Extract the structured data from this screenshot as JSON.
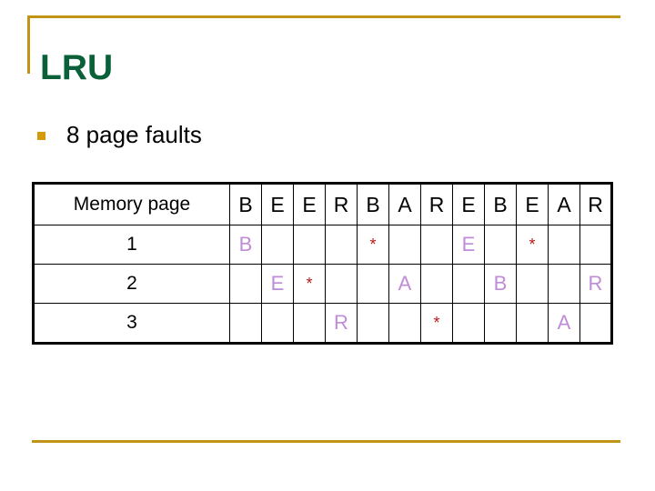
{
  "slide": {
    "title": "LRU",
    "bullet": {
      "marker": "square-bullet",
      "text": "8 page faults"
    },
    "colors": {
      "title": "#0a6038",
      "rule": "#bf9417",
      "bullet_marker": "#d49a0a",
      "frame_letter": "#c08cd8",
      "fault_marker": "#b51a1a",
      "table_border": "#000000"
    }
  },
  "table": {
    "corner_label": "Memory page",
    "reference_string": [
      "B",
      "E",
      "E",
      "R",
      "B",
      "A",
      "R",
      "E",
      "B",
      "E",
      "A",
      "R"
    ],
    "rows": [
      {
        "label": "1",
        "cells": [
          "B",
          "",
          "",
          "",
          "*",
          "",
          "",
          "E",
          "",
          "*",
          "",
          ""
        ]
      },
      {
        "label": "2",
        "cells": [
          "",
          "E",
          "*",
          "",
          "",
          "A",
          "",
          "",
          "B",
          "",
          "",
          "R"
        ]
      },
      {
        "label": "3",
        "cells": [
          "",
          "",
          "",
          "R",
          "",
          "",
          "*",
          "",
          "",
          "",
          "A",
          ""
        ]
      }
    ]
  }
}
